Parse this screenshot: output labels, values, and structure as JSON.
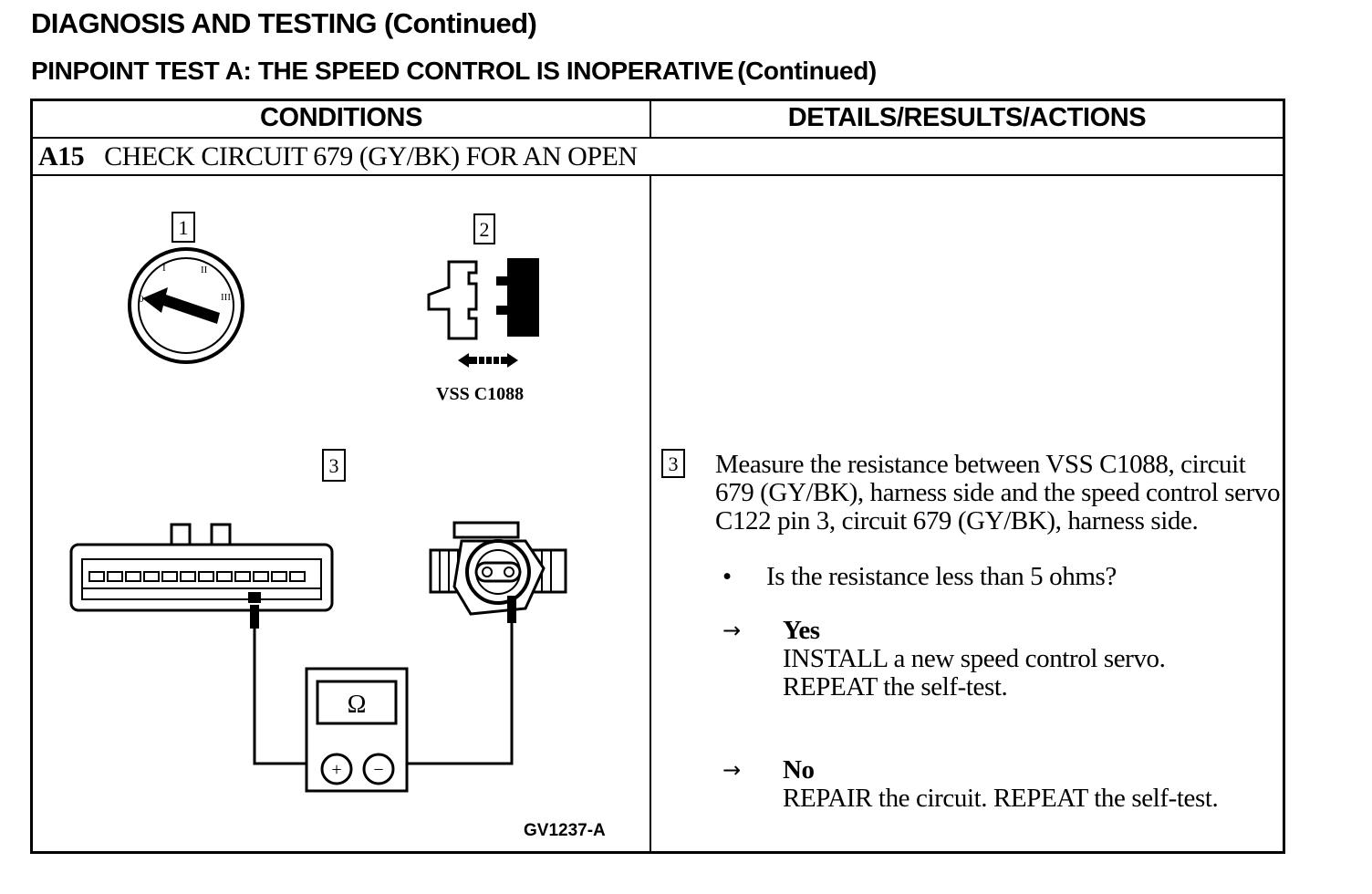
{
  "header": {
    "page_title": "DIAGNOSIS AND TESTING (Continued)",
    "test_title": "PINPOINT TEST A:  THE SPEED CONTROL IS INOPERATIVE",
    "test_title_suffix": "(Continued)"
  },
  "table": {
    "col_conditions": "CONDITIONS",
    "col_details": "DETAILS/RESULTS/ACTIONS",
    "step_number": "A15",
    "step_title": "CHECK CIRCUIT 679 (GY/BK) FOR AN OPEN"
  },
  "figure": {
    "callouts": [
      "1",
      "2",
      "3"
    ],
    "connector_label": "VSS C1088",
    "meter_symbol": "Ω",
    "meter_plus": "+",
    "meter_minus": "−",
    "figure_code": "GV1237-A",
    "ignition_marks": [
      "0",
      "I",
      "II",
      "III"
    ]
  },
  "details": {
    "callout": "3",
    "measure_text": "Measure the resistance between VSS C1088, circuit 679 (GY/BK), harness side and the speed control servo C122 pin 3, circuit 679 (GY/BK), harness side.",
    "bullet": "•",
    "question": "Is the resistance less than 5 ohms?",
    "arrow": "→",
    "yes_label": "Yes",
    "yes_line1": "INSTALL a new speed control servo.",
    "yes_line2": "REPEAT the self-test.",
    "no_label": "No",
    "no_line1": "REPAIR the circuit. REPEAT the self-test."
  }
}
